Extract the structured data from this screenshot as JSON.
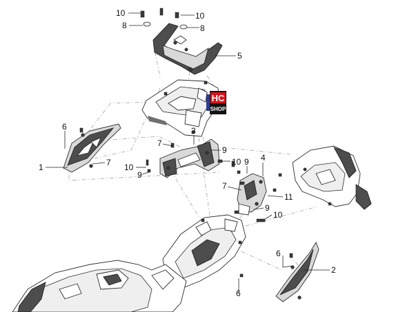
{
  "diagram": {
    "callouts": [
      {
        "id": "c10a",
        "text": "10"
      },
      {
        "id": "c10b",
        "text": "10"
      },
      {
        "id": "c8a",
        "text": "8"
      },
      {
        "id": "c8b",
        "text": "8"
      },
      {
        "id": "c5",
        "text": "5"
      },
      {
        "id": "c6a",
        "text": "6"
      },
      {
        "id": "c1",
        "text": "1"
      },
      {
        "id": "c7a",
        "text": "7"
      },
      {
        "id": "c3",
        "text": "3"
      },
      {
        "id": "c7b",
        "text": "7"
      },
      {
        "id": "c9a",
        "text": "9"
      },
      {
        "id": "c10c",
        "text": "10"
      },
      {
        "id": "c9b",
        "text": "9"
      },
      {
        "id": "c10d",
        "text": "10"
      },
      {
        "id": "c9c",
        "text": "9"
      },
      {
        "id": "c4",
        "text": "4"
      },
      {
        "id": "c7c",
        "text": "7"
      },
      {
        "id": "c11",
        "text": "11"
      },
      {
        "id": "c9d",
        "text": "9"
      },
      {
        "id": "c10e",
        "text": "10"
      },
      {
        "id": "c6b",
        "text": "6"
      },
      {
        "id": "c2",
        "text": "2"
      },
      {
        "id": "c6c",
        "text": "6"
      }
    ]
  },
  "watermark": {
    "line1": "HC",
    "line2": "SHOP",
    "colors": {
      "red": "#d7141a",
      "blue": "#2a3d8f",
      "black": "#111111"
    }
  }
}
